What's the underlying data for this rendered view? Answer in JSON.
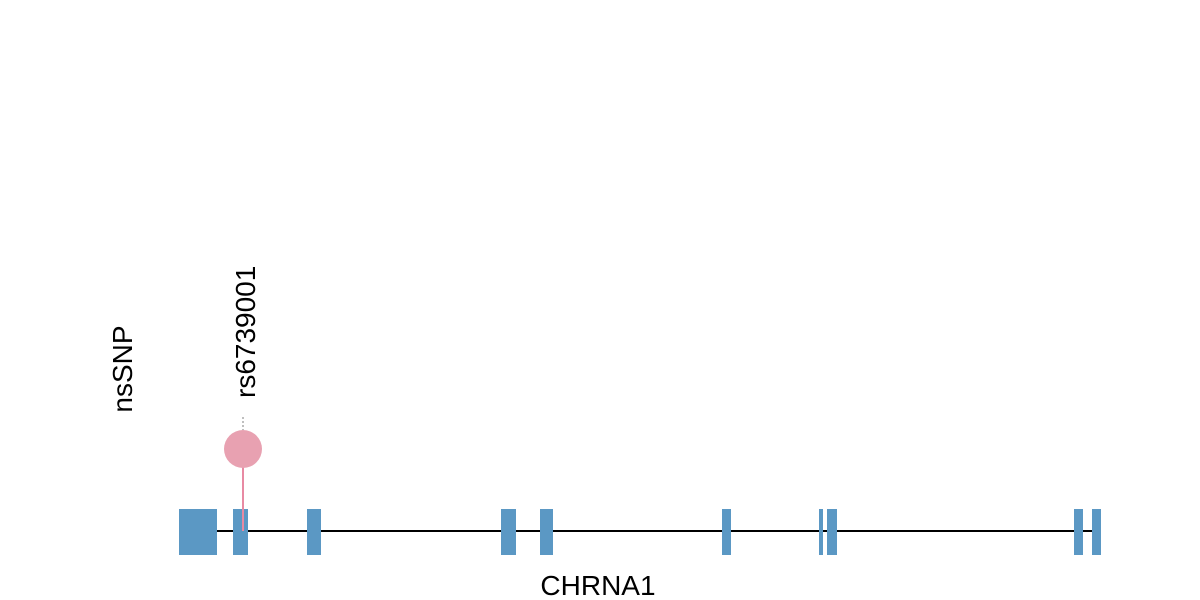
{
  "track_label": "nsSNP",
  "gene": {
    "name": "CHRNA1",
    "exon_color": "#5B98C4",
    "intron_color": "#000000"
  },
  "snps": [
    {
      "id": "rs6739001",
      "color": "#E8A1B1",
      "stem_color": "#E88AA3"
    }
  ]
}
